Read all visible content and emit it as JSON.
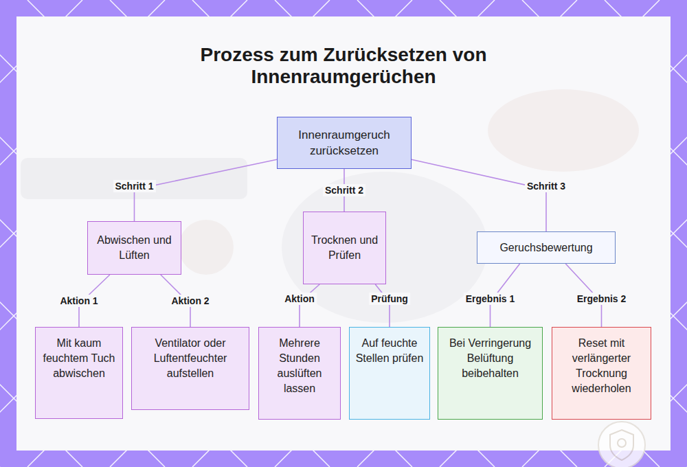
{
  "diagram": {
    "title": "Prozess zum Zurücksetzen von Innenraumgerüchen",
    "nodes": [
      {
        "text": [
          "Innenraumgeruch zurücksetzen"
        ]
      },
      {
        "text": [
          "Abwischen und Lüften"
        ]
      },
      {
        "text": [
          "Trocknen und Prüfen"
        ]
      },
      {
        "text": [
          "Geruchsbewertung"
        ]
      },
      {
        "text": [
          "Mit kaum feuchtem Tuch abwischen"
        ]
      },
      {
        "text": [
          "Ventilator oder Luftentfeuchter aufstellen"
        ]
      },
      {
        "text": [
          "Mehrere Stunden auslüften lassen"
        ]
      },
      {
        "text": [
          "Auf feuchte Stellen prüfen"
        ]
      },
      {
        "text": [
          "Bei Verringerung Belüftung beibehalten"
        ]
      },
      {
        "text": [
          "Reset mit verlängerter Trocknung wiederholen"
        ]
      }
    ],
    "edges": [
      {
        "from": 0,
        "to": 1,
        "label": "Schritt 1",
        "arrow": "none"
      },
      {
        "from": 0,
        "to": 2,
        "label": "Schritt 2",
        "arrow": "none"
      },
      {
        "from": 0,
        "to": 3,
        "label": "Schritt 3",
        "arrow": "none"
      },
      {
        "from": 1,
        "to": 4,
        "label": "Aktion 1",
        "arrow": "none"
      },
      {
        "from": 1,
        "to": 5,
        "label": "Aktion 2",
        "arrow": "none"
      },
      {
        "from": 2,
        "to": 6,
        "label": "Aktion",
        "arrow": "none"
      },
      {
        "from": 2,
        "to": 7,
        "label": "Prüfung",
        "arrow": "none"
      },
      {
        "from": 3,
        "to": 8,
        "label": "Ergebnis 1",
        "arrow": "none"
      },
      {
        "from": 3,
        "to": 9,
        "label": "Ergebnis 2",
        "arrow": "none"
      }
    ]
  }
}
